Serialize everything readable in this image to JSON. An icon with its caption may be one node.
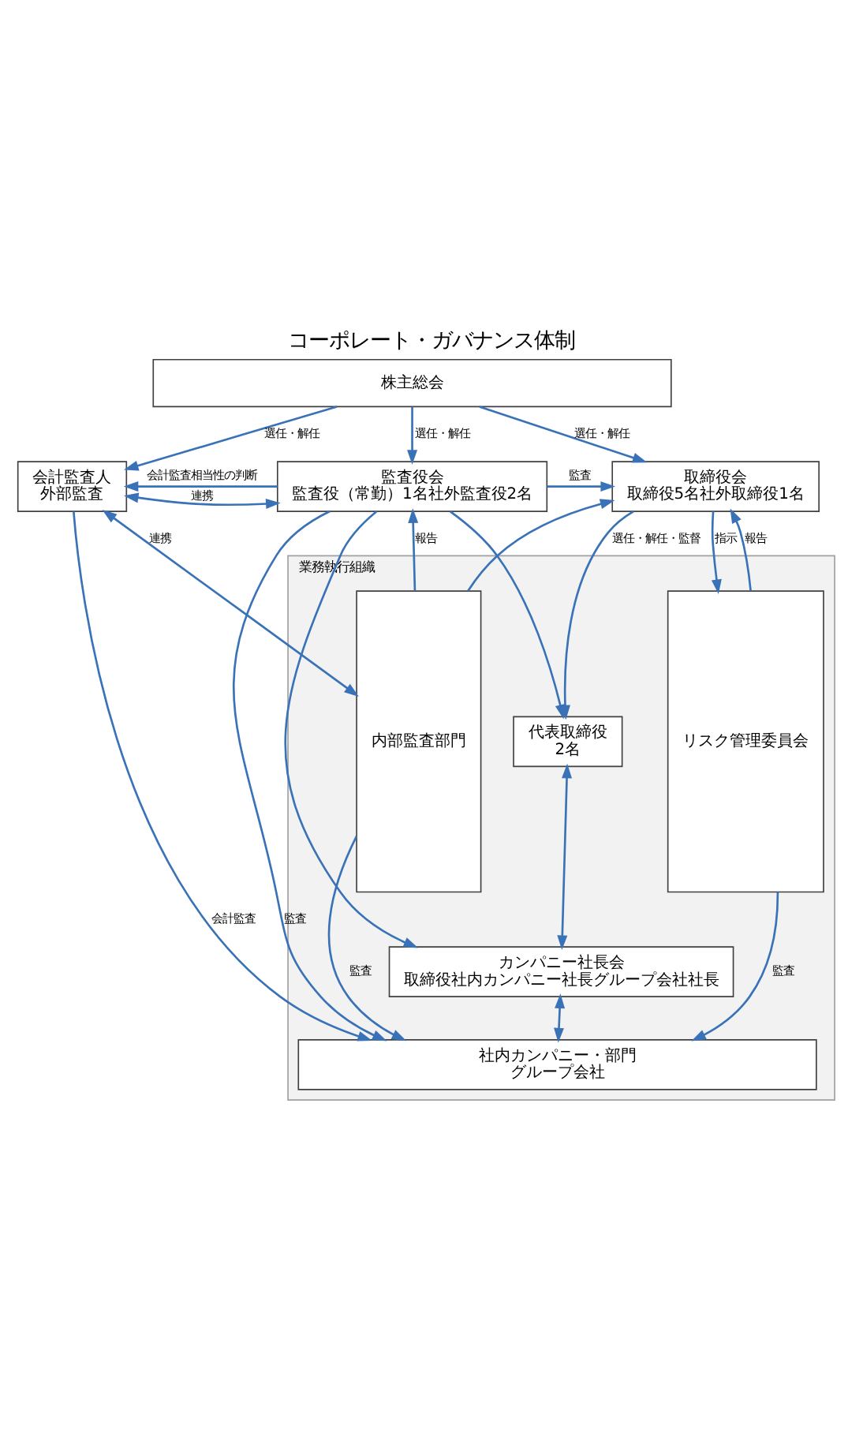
{
  "diagram": {
    "title": "コーポレート・ガバナンス体制",
    "nodes": [
      {
        "text": [
          "株主総会"
        ]
      },
      {
        "text": [
          "会計監査人",
          "外部監査"
        ]
      },
      {
        "text": [
          "監査役会",
          "監査役（常勤）1名社外監査役2名"
        ]
      },
      {
        "text": [
          "取締役会",
          "取締役5名社外取締役1名"
        ]
      },
      {
        "text": [
          "業務執行組織"
        ]
      },
      {
        "text": [
          "内部監査部門"
        ],
        "in": 4
      },
      {
        "text": [
          "代表取締役",
          "2名"
        ],
        "in": 4
      },
      {
        "text": [
          "カンパニー社長会",
          "取締役社内カンパニー社長グループ会社社長"
        ],
        "in": 4
      },
      {
        "text": [
          "リスク管理委員会"
        ],
        "in": 4
      },
      {
        "text": [
          "社内カンパニー・部門",
          "グループ会社"
        ],
        "in": 4
      }
    ],
    "edges": [
      {
        "from": 0,
        "to": 1,
        "arrow": "to",
        "label": "選任・解任"
      },
      {
        "from": 0,
        "to": 2,
        "arrow": "to",
        "label": "選任・解任"
      },
      {
        "from": 0,
        "to": 3,
        "arrow": "to",
        "label": "選任・解任"
      },
      {
        "from": 1,
        "to": 2,
        "arrow": "both",
        "label": "連携"
      },
      {
        "from": 2,
        "to": 1,
        "arrow": "to",
        "label": "会計監査相当性の判断"
      },
      {
        "from": 2,
        "to": 3,
        "arrow": "to",
        "label": "監査"
      },
      {
        "from": 2,
        "to": 6,
        "arrow": "to"
      },
      {
        "from": 2,
        "to": 7,
        "arrow": "to"
      },
      {
        "from": 1,
        "to": 9,
        "arrow": "to",
        "label": "会計監査"
      },
      {
        "from": 1,
        "to": 5,
        "arrow": "both",
        "label": "連携"
      },
      {
        "from": 2,
        "to": 9,
        "arrow": "to",
        "label": "監査"
      },
      {
        "from": 5,
        "to": 2,
        "arrow": "to",
        "label": "報告"
      },
      {
        "from": 5,
        "to": 3,
        "arrow": "to"
      },
      {
        "from": 3,
        "to": 6,
        "arrow": "to",
        "label": "選任・解任・監督"
      },
      {
        "from": 3,
        "to": 8,
        "arrow": "to",
        "label": "指示"
      },
      {
        "from": 8,
        "to": 3,
        "arrow": "to",
        "label": "報告"
      },
      {
        "from": 6,
        "to": 7,
        "arrow": "both"
      },
      {
        "from": 7,
        "to": 9,
        "arrow": "both"
      },
      {
        "from": 5,
        "to": 9,
        "arrow": "to",
        "label": "監査"
      },
      {
        "from": 8,
        "to": 9,
        "arrow": "to",
        "label": "監査"
      }
    ]
  }
}
